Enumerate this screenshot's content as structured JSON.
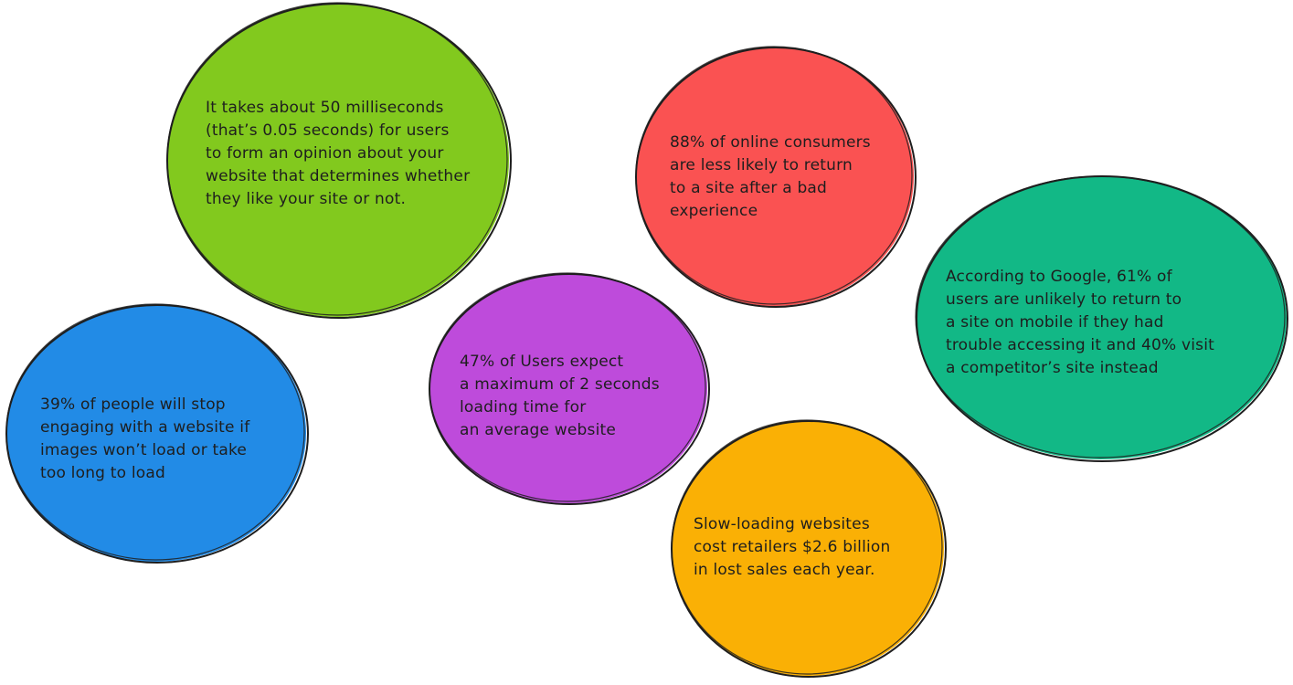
{
  "bubbles": {
    "green": {
      "text": "It takes about 50 milliseconds\n(that’s 0.05 seconds) for users\nto form an opinion about your\nwebsite that determines whether\nthey like your site or not.",
      "color": "#82c91e"
    },
    "red": {
      "text": "88% of online consumers\nare less likely to return\nto a site after a bad\nexperience",
      "color": "#fa5252"
    },
    "teal": {
      "text": "According to Google, 61% of\nusers are unlikely to return to\na site on mobile if they had\ntrouble accessing it and 40% visit\na competitor’s site instead",
      "color": "#12b886"
    },
    "purple": {
      "text": "47% of Users expect\na maximum of 2 seconds\nloading time for\nan average website",
      "color": "#be4bdb"
    },
    "blue": {
      "text": "39% of people will stop\nengaging with a website if\nimages won’t load or take\ntoo long to load",
      "color": "#228be6"
    },
    "orange": {
      "text": "Slow-loading websites\ncost retailers $2.6 billion\nin lost sales each year.",
      "color": "#fab005"
    }
  },
  "stroke_color": "#1e1e1e"
}
